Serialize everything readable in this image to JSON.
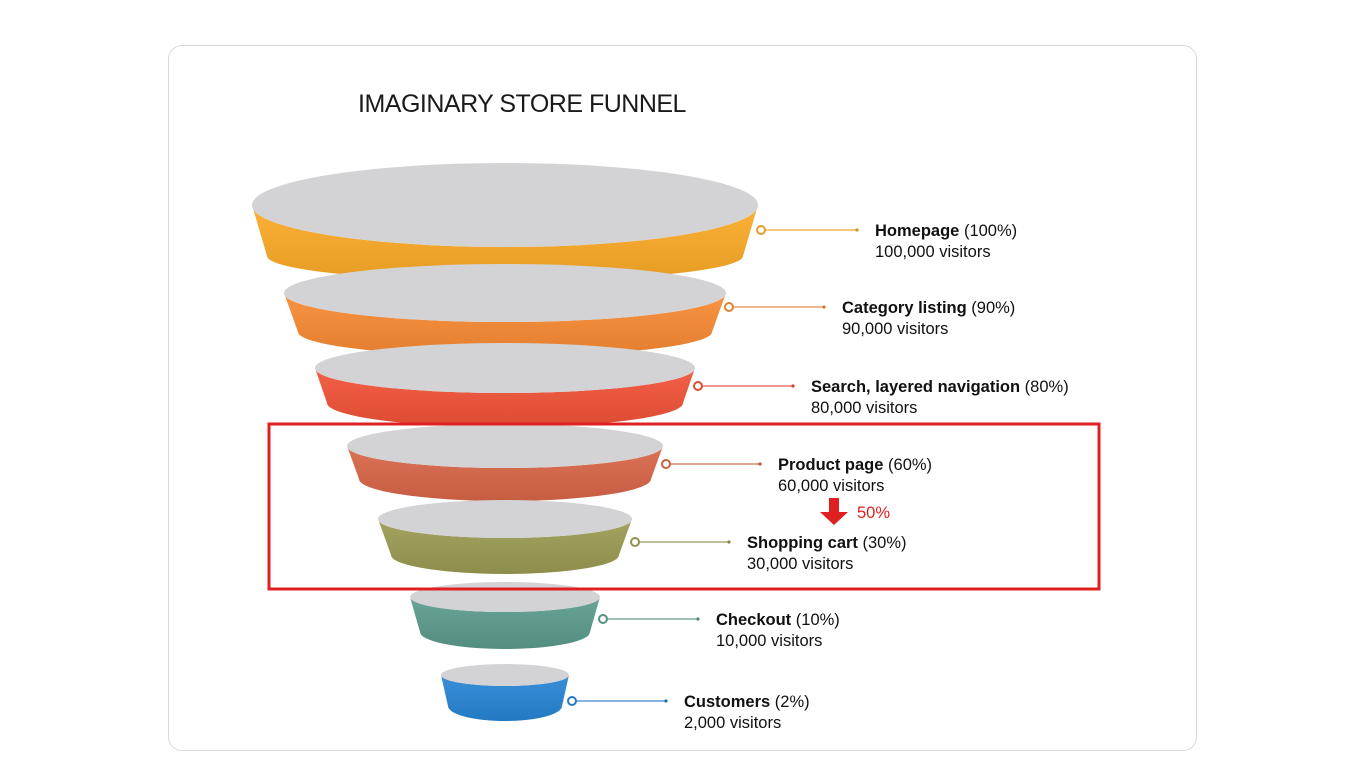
{
  "chart_data": {
    "type": "funnel",
    "title": "IMAGINARY STORE FUNNEL",
    "stages": [
      {
        "name": "Homepage",
        "percent": "(100%)",
        "visitors": "100,000 visitors",
        "value": 100000,
        "color": "#f2a72e"
      },
      {
        "name": "Category listing",
        "percent": "(90%)",
        "visitors": "90,000 visitors",
        "value": 90000,
        "color": "#ef8a3a"
      },
      {
        "name": "Search, layered navigation",
        "percent": "(80%)",
        "visitors": "80,000 visitors",
        "value": 80000,
        "color": "#e9573f"
      },
      {
        "name": "Product page",
        "percent": "(60%)",
        "visitors": "60,000 visitors",
        "value": 60000,
        "color": "#d2694e"
      },
      {
        "name": "Shopping cart",
        "percent": "(30%)",
        "visitors": "30,000 visitors",
        "value": 30000,
        "color": "#9a9a58"
      },
      {
        "name": "Checkout",
        "percent": "(10%)",
        "visitors": "10,000 visitors",
        "value": 10000,
        "color": "#5f9a8c"
      },
      {
        "name": "Customers",
        "percent": "(2%)",
        "visitors": "2,000 visitors",
        "value": 2000,
        "color": "#2f86cf"
      }
    ],
    "highlight": {
      "from_stage": "Product page",
      "to_stage": "Shopping cart",
      "conversion_label": "50%",
      "color": "#e02020"
    }
  }
}
